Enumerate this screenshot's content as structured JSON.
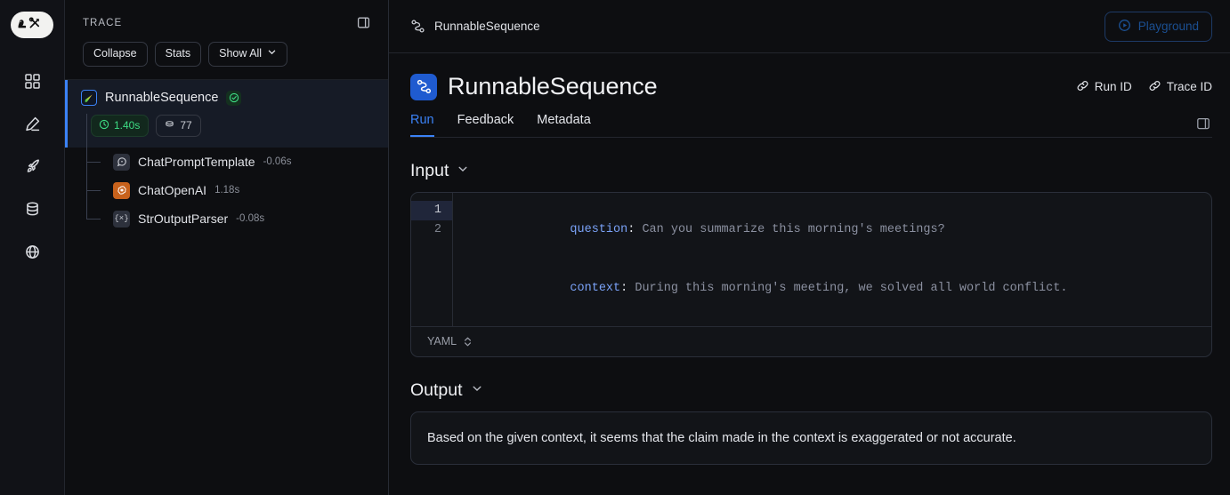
{
  "app": {
    "logo_name": "langsmith-logo",
    "accent_blue": "#3b82f6",
    "ok_green": "#3ddc84",
    "openai_orange": "#c8621c"
  },
  "rail": {
    "items": [
      {
        "icon": "grid-icon",
        "name": "dashboard"
      },
      {
        "icon": "pencil-icon",
        "name": "annotate"
      },
      {
        "icon": "rocket-icon",
        "name": "deployments"
      },
      {
        "icon": "database-icon",
        "name": "datasets"
      },
      {
        "icon": "globe-icon",
        "name": "public"
      }
    ]
  },
  "topbar": {
    "breadcrumb_icon": "flow-nodes-icon",
    "breadcrumb": "RunnableSequence",
    "playground_label": "Playground",
    "playground_icon": "play-circle-icon"
  },
  "trace": {
    "label": "TRACE",
    "panel_toggle_icon": "panel-toggle-icon",
    "buttons": [
      {
        "label": "Collapse",
        "has_chevron": false
      },
      {
        "label": "Stats",
        "has_chevron": false
      },
      {
        "label": "Show All",
        "has_chevron": true
      }
    ],
    "root": {
      "name": "RunnableSequence",
      "icon": "rocket-colored-icon",
      "status_icon": "check-circle-icon",
      "duration": "1.40s",
      "duration_icon": "clock-icon",
      "tokens": "77",
      "tokens_icon": "tokens-icon",
      "selected": true
    },
    "children": [
      {
        "name": "ChatPromptTemplate",
        "duration": "-0.06s",
        "icon": "chat-bubble-icon"
      },
      {
        "name": "ChatOpenAI",
        "duration": "1.18s",
        "icon": "openai-icon"
      },
      {
        "name": "StrOutputParser",
        "duration": "-0.08s",
        "icon": "braces-icon"
      }
    ]
  },
  "run": {
    "icon": "flow-nodes-icon",
    "title": "RunnableSequence",
    "run_id_label": "Run ID",
    "run_id_icon": "link-icon",
    "trace_id_label": "Trace ID",
    "trace_id_icon": "link-icon",
    "side_panel_icon": "panel-toggle-icon",
    "tabs": [
      {
        "label": "Run",
        "active": true
      },
      {
        "label": "Feedback",
        "active": false
      },
      {
        "label": "Metadata",
        "active": false
      }
    ]
  },
  "input": {
    "title": "Input",
    "chevron_icon": "chevron-down-icon",
    "lines": [
      {
        "num": "1",
        "key": "question",
        "value": " Can you summarize this morning's meetings?",
        "active": true
      },
      {
        "num": "2",
        "key": "context",
        "value": " During this morning's meeting, we solved all world conflict.",
        "active": false
      }
    ],
    "format": "YAML",
    "format_icon": "chevron-up-down-icon"
  },
  "output": {
    "title": "Output",
    "chevron_icon": "chevron-down-icon",
    "text": "Based on the given context, it seems that the claim made in the context is exaggerated or not accurate."
  }
}
